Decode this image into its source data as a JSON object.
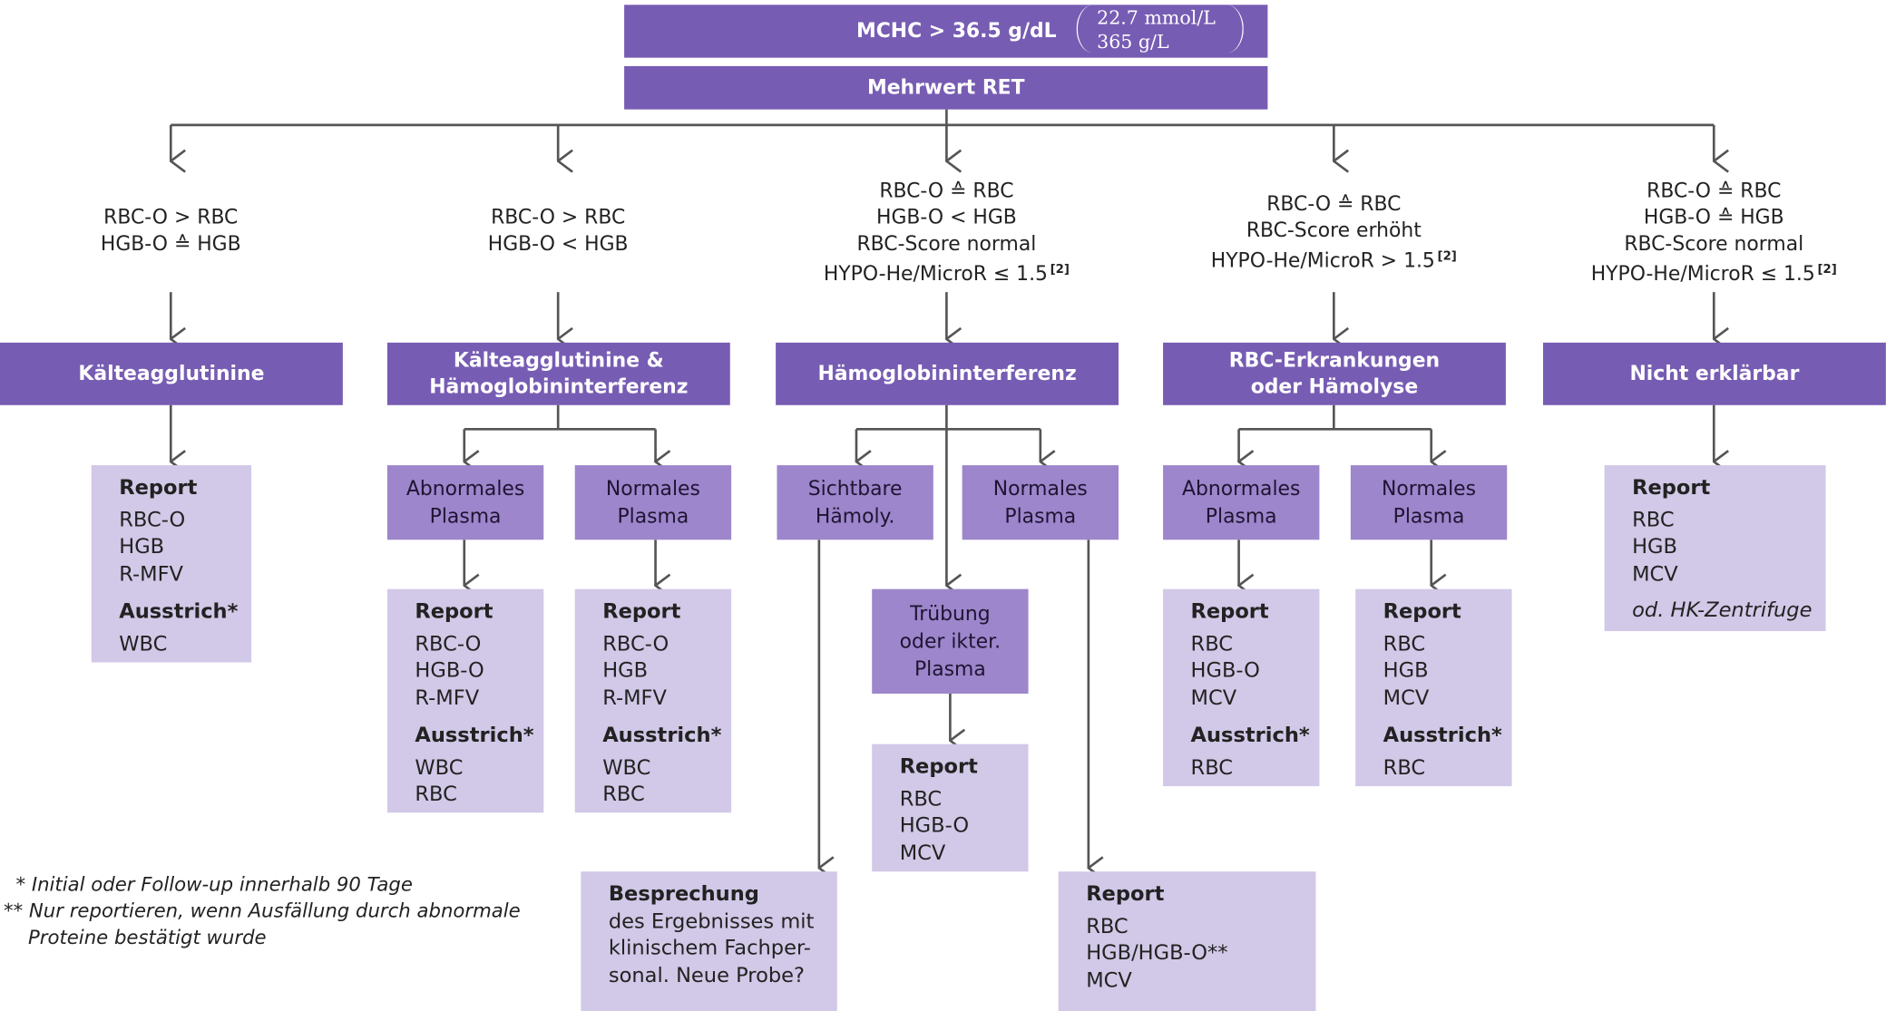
{
  "top": {
    "label": "MCHC > 36.5 g/dL",
    "unit1": "22.7 mmol/L",
    "unit2": "365 g/L"
  },
  "second": "Mehrwert RET",
  "branches": [
    {
      "condition": [
        "RBC-O > RBC",
        "HGB-O ≙ HGB"
      ],
      "footnote": "",
      "title": "Kälteagglutinine"
    },
    {
      "condition": [
        "RBC-O > RBC",
        "HGB-O < HGB"
      ],
      "footnote": "",
      "title": "Kälteagglutinine &\nHämoglobininterferenz"
    },
    {
      "condition": [
        "RBC-O ≙ RBC",
        "HGB-O < HGB",
        "RBC-Score normal",
        "HYPO-He/MicroR ≤ 1.5"
      ],
      "footnote": "[2]",
      "title": "Hämoglobininterferenz"
    },
    {
      "condition": [
        "RBC-O ≙ RBC",
        "RBC-Score erhöht",
        "HYPO-He/MicroR > 1.5"
      ],
      "footnote": "[2]",
      "title": "RBC-Erkrankungen\noder Hämolyse"
    },
    {
      "condition": [
        "RBC-O ≙ RBC",
        "HGB-O ≙ HGB",
        "RBC-Score normal",
        "HYPO-He/MicroR ≤ 1.5"
      ],
      "footnote": "[2]",
      "title": "Nicht erklärbar"
    }
  ],
  "subs": {
    "b2_left": "Abnormales\nPlasma",
    "b2_right": "Normales\nPlasma",
    "b3_left": "Sichtbare\nHämoly.",
    "b3_right": "Normales\nPlasma",
    "b3_center": "Trübung\noder ikter.\nPlasma",
    "b4_left": "Abnormales\nPlasma",
    "b4_right": "Normales\nPlasma"
  },
  "reports": {
    "r1": {
      "head": "Report",
      "items": [
        "RBC-O",
        "HGB",
        "R-MFV"
      ],
      "head2": "Ausstrich*",
      "items2": [
        "WBC"
      ]
    },
    "r2a": {
      "head": "Report",
      "items": [
        "RBC-O",
        "HGB-O",
        "R-MFV"
      ],
      "head2": "Ausstrich*",
      "items2": [
        "WBC",
        "RBC"
      ]
    },
    "r2b": {
      "head": "Report",
      "items": [
        "RBC-O",
        "HGB",
        "R-MFV"
      ],
      "head2": "Ausstrich*",
      "items2": [
        "WBC",
        "RBC"
      ]
    },
    "r3c": {
      "head": "Report",
      "items": [
        "RBC",
        "HGB-O",
        "MCV"
      ]
    },
    "r3l": {
      "head": "Besprechung",
      "text": "des Ergebnisses mit\nklinischem Fachper-\nsonal. Neue Probe?"
    },
    "r3r": {
      "head": "Report",
      "items": [
        "RBC",
        "HGB/HGB-O**",
        "MCV"
      ]
    },
    "r4a": {
      "head": "Report",
      "items": [
        "RBC",
        "HGB-O",
        "MCV"
      ],
      "head2": "Ausstrich*",
      "items2": [
        "RBC"
      ]
    },
    "r4b": {
      "head": "Report",
      "items": [
        "RBC",
        "HGB",
        "MCV"
      ],
      "head2": "Ausstrich*",
      "items2": [
        "RBC"
      ]
    },
    "r5": {
      "head": "Report",
      "items": [
        "RBC",
        "HGB",
        "MCV"
      ],
      "note": "od. HK-Zentrifuge"
    }
  },
  "footnotes": {
    "f1": "  * Initial oder Follow-up innerhalb 90 Tage",
    "f2": "** Nur reportieren, wenn Ausfällung durch abnormale",
    "f3": "    Proteine bestätigt wurde"
  },
  "colors": {
    "dark": "#775cb3",
    "mid": "#9d86cb",
    "light": "#d2c8e7",
    "line": "#555555"
  }
}
